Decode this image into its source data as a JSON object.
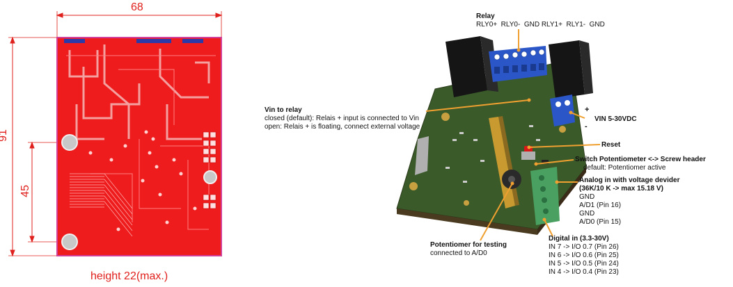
{
  "dimensions": {
    "width_label": "68",
    "height_label": "91",
    "hole_distance_label": "45",
    "board_height_note": "height 22(max.)"
  },
  "relay": {
    "title": "Relay",
    "terminals": "RLY0+  RLY0-  GND RLY1+  RLY1-  GND"
  },
  "vin_to_relay": {
    "title": "Vin to relay",
    "line1": "closed (default): Relais + input is connected to Vin",
    "line2": "open: Relais + is floating, connect external voltage"
  },
  "power": {
    "plus": "+",
    "minus": "-",
    "title": "VIN 5-30VDC"
  },
  "reset": {
    "title": "Reset"
  },
  "switch_pot": {
    "title": "Switch Potentiometer <-> Screw header",
    "note": "default: Potentiomer active"
  },
  "analog": {
    "title1": "Analog in with voltage devider",
    "title2": "(36K/10 K -> max 15.18 V)",
    "pins": [
      "GND",
      "A/D1 (Pin 16)",
      "GND",
      "A/D0 (Pin 15)"
    ]
  },
  "potentiometer": {
    "title": "Potentiomer for testing",
    "note": "connected to A/D0"
  },
  "digital": {
    "title": "Digital in (3.3-30V)",
    "pins": [
      "IN 7 -> I/O 0.7 (Pin 26)",
      "IN 6 -> I/O 0.6 (Pin 25)",
      "IN 5 -> I/O 0.5 (Pin 24)",
      "IN 4 -> I/O 0.4 (Pin 23)"
    ]
  },
  "colors": {
    "dimension": "#e0201c",
    "pcb_red": "#ee1c1c",
    "pcb_green": "#3a5a2a",
    "leader": "#f0a030",
    "terminal_blue": "#2a56c8"
  }
}
